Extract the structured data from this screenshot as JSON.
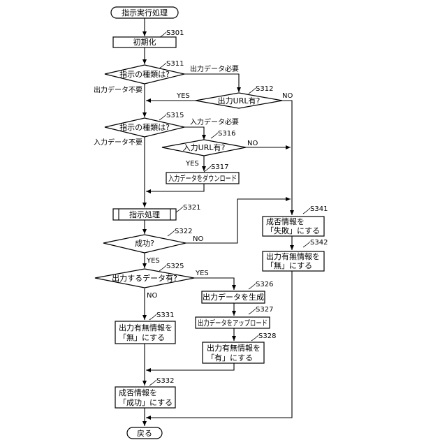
{
  "terminals": {
    "start": "指示実行処理",
    "end": "戻る"
  },
  "processes": {
    "init": "初期化",
    "download": "入力データをダウンロード",
    "execute": "指示処理",
    "generate": "出力データを生成",
    "upload": "出力データをアップロード",
    "out_yes_1": "出力有無情報を",
    "out_yes_2": "「有」にする",
    "out_no_1": "出力有無情報を",
    "out_no_2": "「無」にする",
    "result_fail_1": "成否情報を",
    "result_fail_2": "「失敗」にする",
    "out_none_1": "出力有無情報を",
    "out_none_2": "「無」にする",
    "result_ok_1": "成否情報を",
    "result_ok_2": "「成功」にする"
  },
  "decisions": {
    "kind1": "指示の種類は?",
    "url_out": "出力URL有?",
    "kind2": "指示の種類は?",
    "url_in": "入力URL有?",
    "success": "成功?",
    "has_output": "出力するデータ有?"
  },
  "branch_labels": {
    "out_needed": "出力データ必要",
    "out_not_needed": "出力データ不要",
    "in_needed": "入力データ必要",
    "in_not_needed": "入力データ不要",
    "yes": "YES",
    "no": "NO"
  },
  "steps": {
    "s301": "S301",
    "s311": "S311",
    "s312": "S312",
    "s315": "S315",
    "s316": "S316",
    "s317": "S317",
    "s321": "S321",
    "s322": "S322",
    "s325": "S325",
    "s326": "S326",
    "s327": "S327",
    "s328": "S328",
    "s331": "S331",
    "s332": "S332",
    "s341": "S341",
    "s342": "S342"
  }
}
